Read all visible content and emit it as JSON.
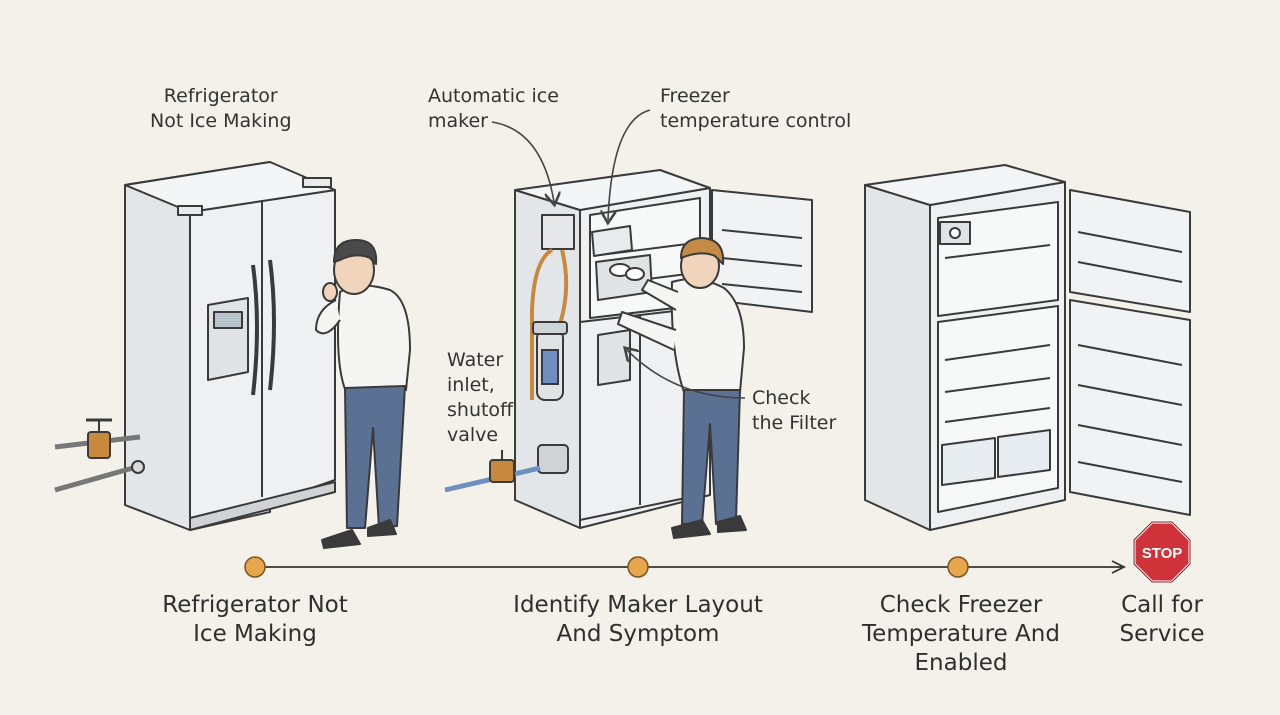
{
  "colors": {
    "background": "#f3f1ea",
    "appliance": "#eceeef",
    "outline": "#3a3a3a",
    "shirt": "#f5f5f3",
    "jeans": "#5a7194",
    "hair": "#4a4a4a",
    "hair_blond": "#c58a44",
    "timeline_dot": "#e8a64c",
    "stop_sign": "#d0323a",
    "copper": "#c8893c"
  },
  "icons": [
    "side-by-side-refrigerator-icon",
    "person-thinking-icon",
    "open-refrigerator-icon",
    "person-inspecting-icon",
    "water-filter-icon",
    "shutoff-valve-icon",
    "top-freezer-refrigerator-icon",
    "stop-sign-icon"
  ],
  "labels": {
    "panel1_title": [
      "Refrigerator",
      "Not Ice Making"
    ],
    "ice_maker": [
      "Automatic ice",
      "maker"
    ],
    "freezer_control": [
      "Freezer",
      "temperature control"
    ],
    "water_inlet": [
      "Water",
      "inlet,",
      "shutoff",
      "valve"
    ],
    "check_filter": [
      "Check",
      "the Filter"
    ]
  },
  "steps": [
    {
      "lines": [
        "Refrigerator Not",
        "Ice Making"
      ]
    },
    {
      "lines": [
        "Identify Maker Layout",
        "And Symptom"
      ]
    },
    {
      "lines": [
        "Check Freezer",
        "Temperature And",
        "Enabled"
      ]
    },
    {
      "lines": [
        "Call for",
        "Service"
      ]
    }
  ],
  "stop_text": "STOP"
}
